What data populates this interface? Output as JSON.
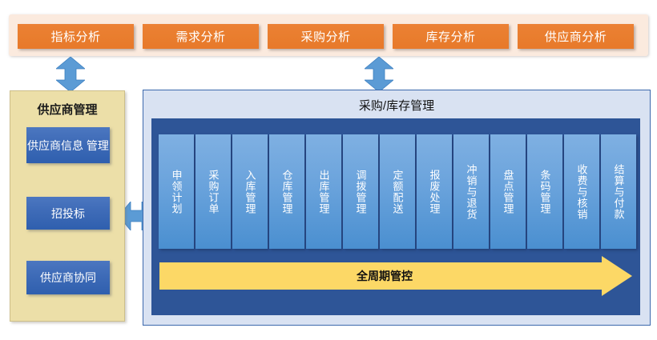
{
  "top_bar": {
    "buttons": [
      {
        "label": "指标分析"
      },
      {
        "label": "需求分析"
      },
      {
        "label": "采购分析"
      },
      {
        "label": "库存分析"
      },
      {
        "label": "供应商分析"
      }
    ]
  },
  "connectors": {
    "left_vertical": "double-arrow-vertical-icon",
    "right_vertical": "double-arrow-vertical-icon",
    "middle_horizontal": "double-arrow-horizontal-icon",
    "color": "#5b9bd5"
  },
  "supplier_panel": {
    "title": "供应商管理",
    "buttons": [
      {
        "label": "供应商信息\n管理"
      },
      {
        "label": "招投标"
      },
      {
        "label": "供应商协同"
      }
    ],
    "bg_color": "#ecdfa8",
    "button_color": "#3f6cb8"
  },
  "main_panel": {
    "title": "采购/库存管理",
    "bg_color": "#d9e2f2",
    "inner_color": "#2e5597",
    "columns": [
      {
        "label": "申领计划"
      },
      {
        "label": "采购订单"
      },
      {
        "label": "入库管理"
      },
      {
        "label": "仓库管理"
      },
      {
        "label": "出库管理"
      },
      {
        "label": "调拨管理"
      },
      {
        "label": "定额配送"
      },
      {
        "label": "报废处理"
      },
      {
        "label": "冲销与退货"
      },
      {
        "label": "盘点管理"
      },
      {
        "label": "条码管理"
      },
      {
        "label": "收费与核销"
      },
      {
        "label": "结算与付款"
      }
    ],
    "lifecycle": {
      "label": "全周期管控",
      "color": "#fcd866"
    }
  }
}
